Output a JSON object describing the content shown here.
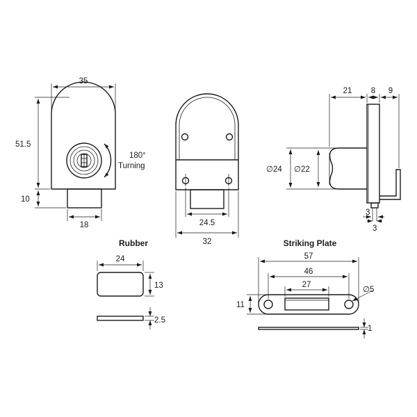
{
  "front_view": {
    "width": "35",
    "height": "51.5",
    "cylinder_projection": "10",
    "cylinder_width": "18",
    "rotation_angle": "180°",
    "rotation_word": "Turning"
  },
  "rear_view": {
    "inner_width": "24.5",
    "outer_width": "32"
  },
  "side_view": {
    "depth": "21",
    "plate": "8",
    "bracket": "9",
    "outer_diameter": "∅24",
    "inner_diameter": "∅22",
    "tab_thickness_top": "3",
    "tab_thickness_bottom": "3"
  },
  "rubber": {
    "title": "Rubber",
    "width": "24",
    "height": "13",
    "thickness": "2.5"
  },
  "striking_plate": {
    "title": "Striking Plate",
    "length": "57",
    "hole_spacing": "46",
    "slot_length": "27",
    "hole_diameter": "∅5",
    "height": "11",
    "thickness": "1"
  }
}
